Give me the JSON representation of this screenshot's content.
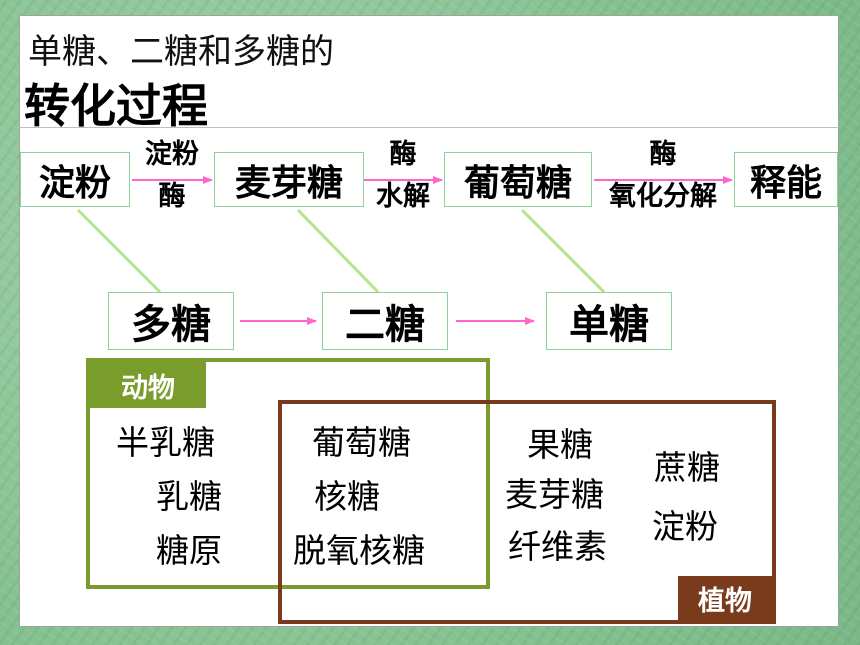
{
  "title": {
    "line1": "单糖、二糖和多糖的",
    "line2": "转化过程"
  },
  "process": {
    "nodes": [
      "淀粉",
      "麦芽糖",
      "葡萄糖",
      "释能"
    ],
    "steps": [
      {
        "top": "淀粉",
        "bottom": "酶"
      },
      {
        "top": "酶",
        "bottom": "水解"
      },
      {
        "top": "酶",
        "bottom": "氧化分解"
      }
    ]
  },
  "categories": [
    "多糖",
    "二糖",
    "单糖"
  ],
  "groups": {
    "animal_label": "动物",
    "plant_label": "植物"
  },
  "sugars": {
    "animal_only": [
      "半乳糖",
      "乳糖",
      "糖原"
    ],
    "shared": [
      "葡萄糖",
      "核糖",
      "脱氧核糖"
    ],
    "plant_only_col1": [
      "果糖",
      "麦芽糖",
      "纤维素"
    ],
    "plant_only_col2": [
      "蔗糖",
      "淀粉"
    ]
  },
  "colors": {
    "node_border": "#8fd19b",
    "arrow": "#ff66cc",
    "connector": "#b5e38e",
    "animal": "#7a9c2c",
    "plant": "#7a3a1c"
  }
}
